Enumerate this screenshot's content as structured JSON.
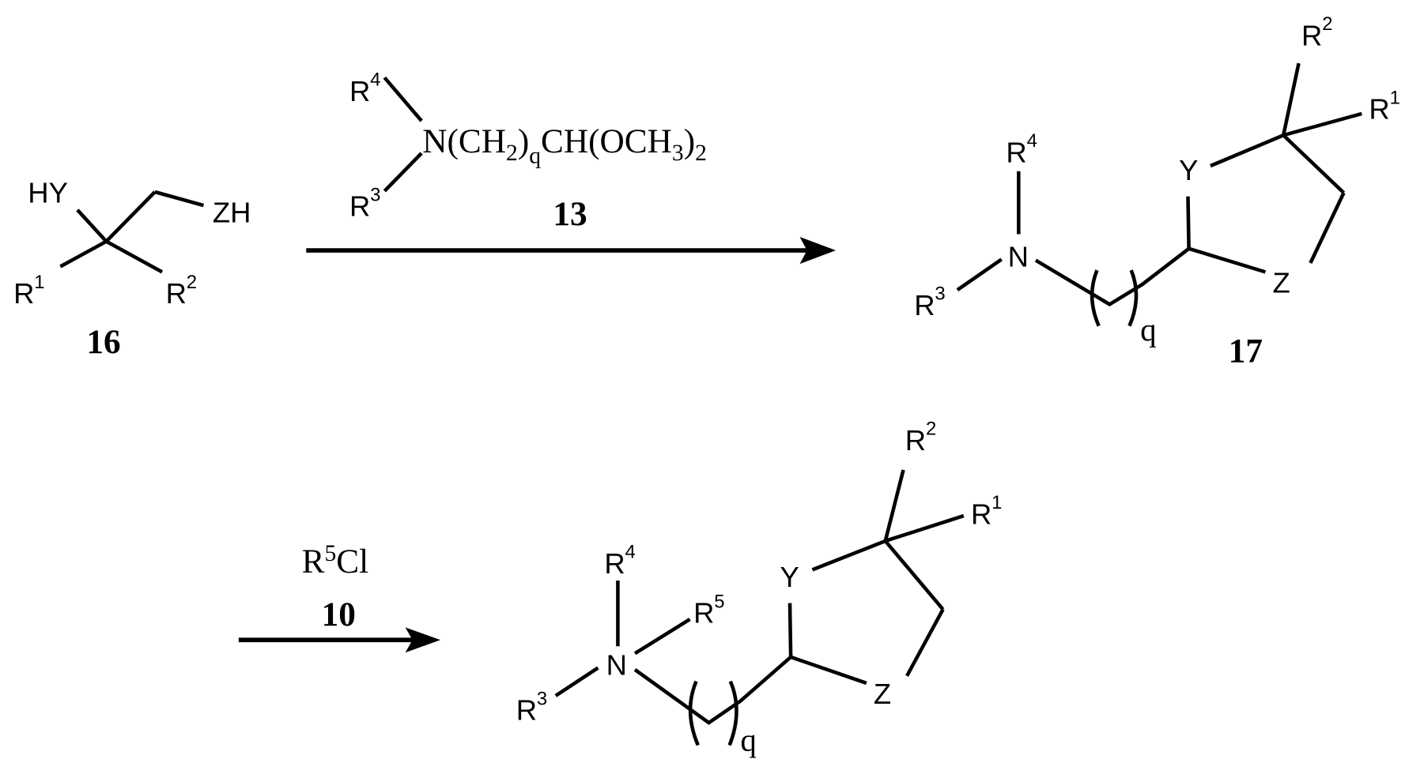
{
  "scheme": {
    "step1": {
      "starting_material": {
        "label": "16",
        "groups": {
          "hy": "HY",
          "zh": "ZH",
          "r1": "R",
          "r1_sup": "1",
          "r2": "R",
          "r2_sup": "2"
        }
      },
      "reagent": {
        "label": "13",
        "r4": "R",
        "r4_sup": "4",
        "r3": "R",
        "r3_sup": "3",
        "formula": {
          "p1": "N(CH",
          "s1": "2",
          "p2": ")",
          "s2": "q",
          "p3": "CH(OCH",
          "s3": "3",
          "p4": ")",
          "s4": "2"
        }
      },
      "product": {
        "label": "17",
        "atoms": {
          "n": "N",
          "y": "Y",
          "z": "Z",
          "q": "q"
        },
        "r4": "R",
        "r4_sup": "4",
        "r3": "R",
        "r3_sup": "3",
        "r2": "R",
        "r2_sup": "2",
        "r1": "R",
        "r1_sup": "1"
      }
    },
    "step2": {
      "reagent": {
        "label": "10",
        "r": "R",
        "r_sup": "5",
        "rest": "Cl"
      },
      "product": {
        "atoms": {
          "n": "N",
          "y": "Y",
          "z": "Z",
          "q": "q"
        },
        "r4": "R",
        "r4_sup": "4",
        "r5": "R",
        "r5_sup": "5",
        "r3": "R",
        "r3_sup": "3",
        "r2": "R",
        "r2_sup": "2",
        "r1": "R",
        "r1_sup": "1"
      }
    }
  }
}
